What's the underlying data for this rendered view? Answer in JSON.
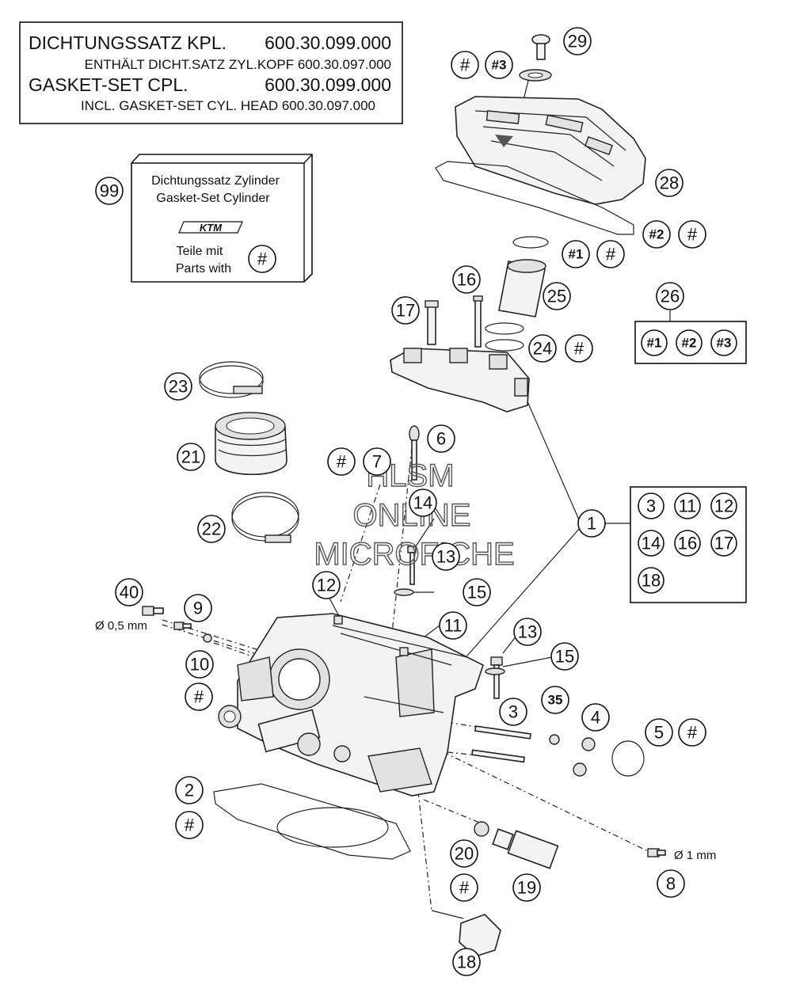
{
  "header_box": {
    "line1_label": "DICHTUNGSSATZ KPL.",
    "line1_number": "600.30.099.000",
    "line2": "ENTHÄLT DICHT.SATZ ZYL.KOPF 600.30.097.000",
    "line3_label": "GASKET-SET CPL.",
    "line3_number": "600.30.099.000",
    "line4": "INCL. GASKET-SET CYL. HEAD 600.30.097.000"
  },
  "kit_box": {
    "line1": "Dichtungssatz Zylinder",
    "line2": "Gasket-Set Cylinder",
    "logo": "KTM",
    "line3": "Teile mit",
    "line4": "Parts with",
    "marker": "#"
  },
  "watermark": {
    "line1": "HLSM",
    "line2": "ONLINE",
    "line3": "MICROFICHE"
  },
  "dimensions": {
    "d40": "Ø 0,5 mm",
    "d8": "Ø 1 mm"
  },
  "callouts": {
    "c99": "99",
    "c29": "29",
    "c28": "28",
    "c26": "26",
    "c25": "25",
    "c24": "24",
    "c23": "23",
    "c22": "22",
    "c21": "21",
    "c20": "20",
    "c19": "19",
    "c18": "18",
    "c17": "17",
    "c16": "16",
    "c15a": "15",
    "c15b": "15",
    "c14": "14",
    "c13a": "13",
    "c13b": "13",
    "c12": "12",
    "c11": "11",
    "c10": "10",
    "c9": "9",
    "c8": "8",
    "c7": "7",
    "c6": "6",
    "c5": "5",
    "c4": "4",
    "c3": "3",
    "c2": "2",
    "c1": "1",
    "c35": "35",
    "c40": "40"
  },
  "markers": {
    "hash": "#",
    "hash1": "#1",
    "hash2": "#2",
    "hash3": "#3"
  },
  "group_1": [
    "3",
    "11",
    "12",
    "14",
    "16",
    "17",
    "18"
  ],
  "group_26": [
    "#1",
    "#2",
    "#3"
  ]
}
